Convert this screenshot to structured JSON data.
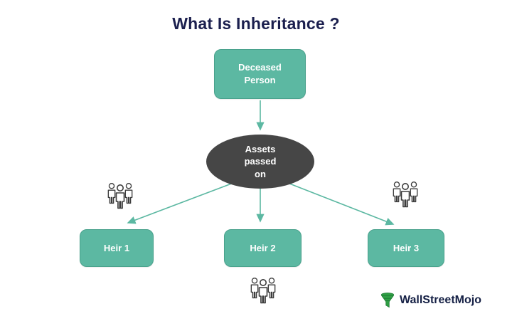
{
  "title": "What Is Inheritance ?",
  "diagram": {
    "deceased_label": "Deceased Person",
    "assets_label": "Assets passed on",
    "heirs": [
      {
        "label": "Heir 1"
      },
      {
        "label": "Heir 2"
      },
      {
        "label": "Heir 3"
      }
    ]
  },
  "branding": {
    "logo_text": "WallStreetMojo"
  },
  "colors": {
    "accent_teal": "#5cb8a2",
    "box_border": "#49a18c",
    "ellipse_gray": "#464646",
    "title_navy": "#1b1f4e",
    "icon_outline": "#3d3d3d",
    "logo_green": "#2f9e44",
    "logo_navy": "#152045"
  }
}
